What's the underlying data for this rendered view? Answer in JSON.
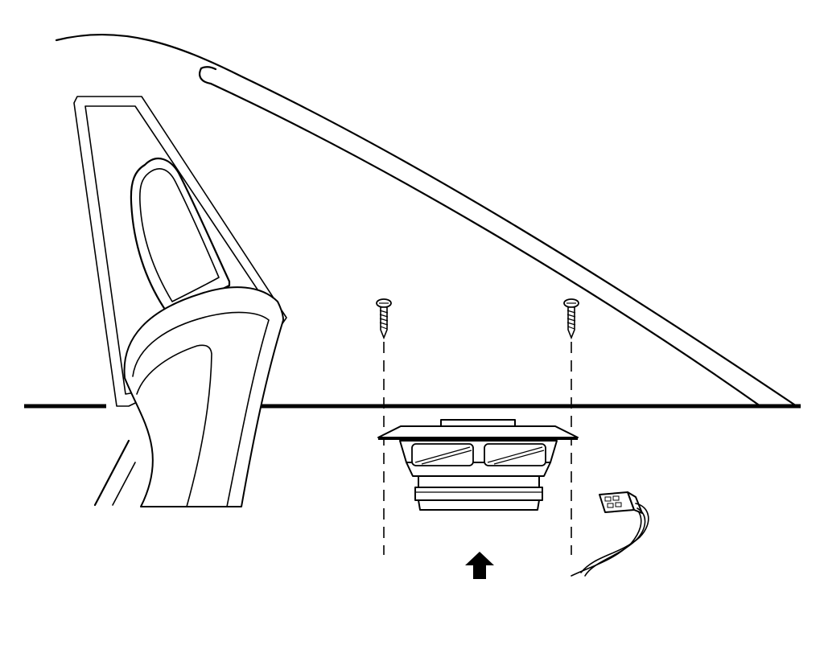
{
  "diagram": {
    "kind": "service-illustration",
    "components": [
      {
        "name": "rear-quarter-window-glass",
        "icon": "window-outline"
      },
      {
        "name": "seat-back",
        "icon": "seat-outline"
      },
      {
        "name": "speaker-mounting-screw",
        "count": 2,
        "icon": "screw-icon"
      },
      {
        "name": "speaker",
        "icon": "speaker-icon"
      },
      {
        "name": "speaker-electrical-connector",
        "icon": "connector-icon"
      },
      {
        "name": "installation-direction-arrow",
        "direction": "up",
        "icon": "arrow-up-icon"
      }
    ],
    "colors": {
      "line": "#000000",
      "background": "#ffffff"
    }
  }
}
